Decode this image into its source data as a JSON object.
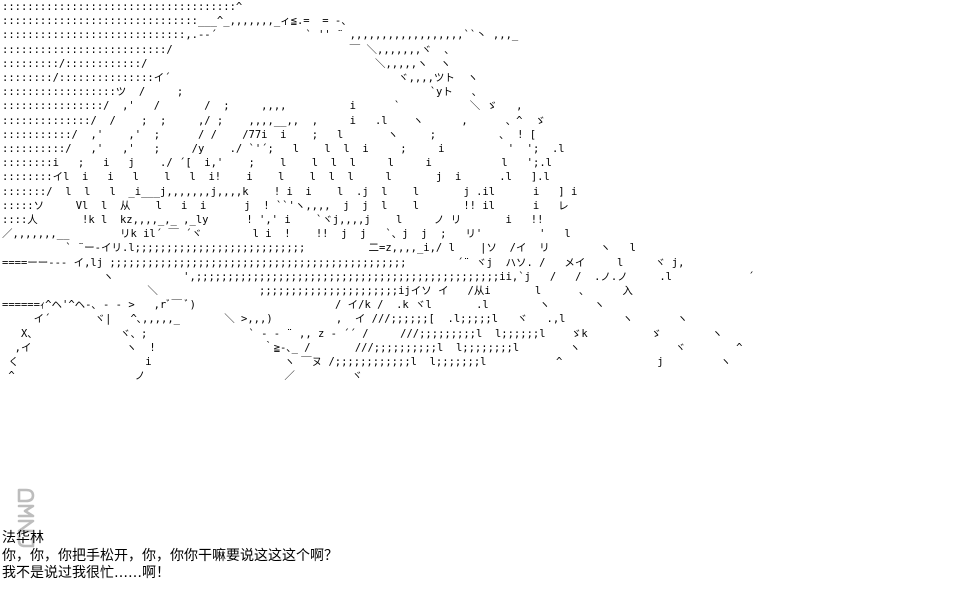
{
  "art": {
    "lines": [
      ":::::::::::::::::::::::::::::::::::::^",
      ":::::::::::::::::::::::::::::::___^_,,,,,,,_ィ≦.=  = -、",
      ":::::::::::::::::::::::::::::,.-‐´              ` '' ¨ ,,,,,,,,,,,,,,,,,,``丶 ,,,_",
      "::::::::::::::::::::::::::/                            ￣ ＼,,,,,,,ヾ  ､",
      ":::::::::/::::::::::::/                                    ＼,,,,,ヽ  ヽ",
      "::::::::/:::::::::::::::イ´                                    ヾ,,,,ツト  ヽ",
      "::::::::::::::::::ツ  /     ;                                       `yト   ､",
      "::::::::::::::::/  ,'   /       /  ;     ,,,,          i      `           ＼ ゞ   ,",
      "::::::::::::::/  /    ;  ;     ,/ ;    ,,,,__,,  ,     i   .l    ヽ      ,      、^  ゞ",
      ":::::::::::/  ,'    ,'  ;      / /    /77i  i    ;   l       ヽ     ;          ､  ! [",
      "::::::::::/   ,'   ,'   ;     /y    ./ `'´;   l    l  l  i     ;     i          '  ';  .l",
      "::::::::i   ;   i   j    ./ ´[  i,'    ;    l    l  l  l     l     i           l   ';.l",
      "::::::::イl  i   i   l    l   l  i!    i    l    l  l  l     l       j  i      .l   ].l",
      ":::::::/  l  l   l  _i___j,,,,,,,j,,,,k    ! i  i    l  .j  l    l       j .il      i   ] i",
      ":::::ソ     Vl  l  从    l   i  i      j  ! ``'ヽ,,,,  j  j  l    l       !! il      i   レ",
      "::::人       !k l  kz,,,,_,_ ,_ly      ! ',' i    `ヾj,,,,j    l     ノ リ       i   !!",
      "／,,,,,,,__        リk il´ ￣ ´ヾ        l i  !    !!  j  j   `、j  j  ;   リ'         '   l",
      "          ` ¨ー-イリ.l;;;;;;;;;;;;;;;;;;;;;;;;;;;          二=z,,,,_i,/ l    |ソ  /イ  リ        ヽ   l",
      "====ーー--- イ,lj ;;;;;;;;;;;;;;;;;;;;;;;;;;;;;;;;;;;;;;;;;;;;;;;        ´¨ ヾj  ハソ. /   メイ     l     ヾ j,",
      "                ヽ           ',;;;;;;;;;;;;;;;;;;;;;;;;;;;;;;;;;;;;;;;;;;;;;;;;ii,`j   /   /  .ノ.ノ     .l            ´",
      "                       ＼                ;;;;;;;;;;;;;;;;;;;;;;ijイソ イ   /从i       l      ､      入",
      "======ｨ^ヘ'^ヘ-､ - - >   ,rﾞ￣ ﾞ)                      / イ/k /  .k ヾl       .l        ヽ       ヽ",
      "     イ´       ヾ|   ^､,,,,,_       ＼ >,,,)          ,  イ ///;;;;;;[  .l;;;;;l   ヾ   .,l         ヽ       ヽ",
      "   X、             ヾ、;                ` ‐ ‐ ¨ ,, z - ´´ /     ///;;;;;;;;;l  l;;;;;;l    ゞk          ゞ        ヽ",
      "  ,イ               ヽ  !                 ｀≧-､_ /       ///;;;;;;;;;;l  l;;;;;;;;l        ヽ               ヾ        ^",
      " く                    i                     ヽ ￣ヌ /;;;;;;;;;;;;l  l;;;;;;;l           ^               j         ヽ",
      " ^                   ノ                      ／         ヾ"
    ]
  },
  "dialogue": {
    "speaker": "法华林",
    "line1": "你，你，你把手松开，你，你你干嘛要说这这这个啊？",
    "line2": "我不是说过我很忙……啊！"
  },
  "watermark": {
    "text": "DMZJ"
  }
}
